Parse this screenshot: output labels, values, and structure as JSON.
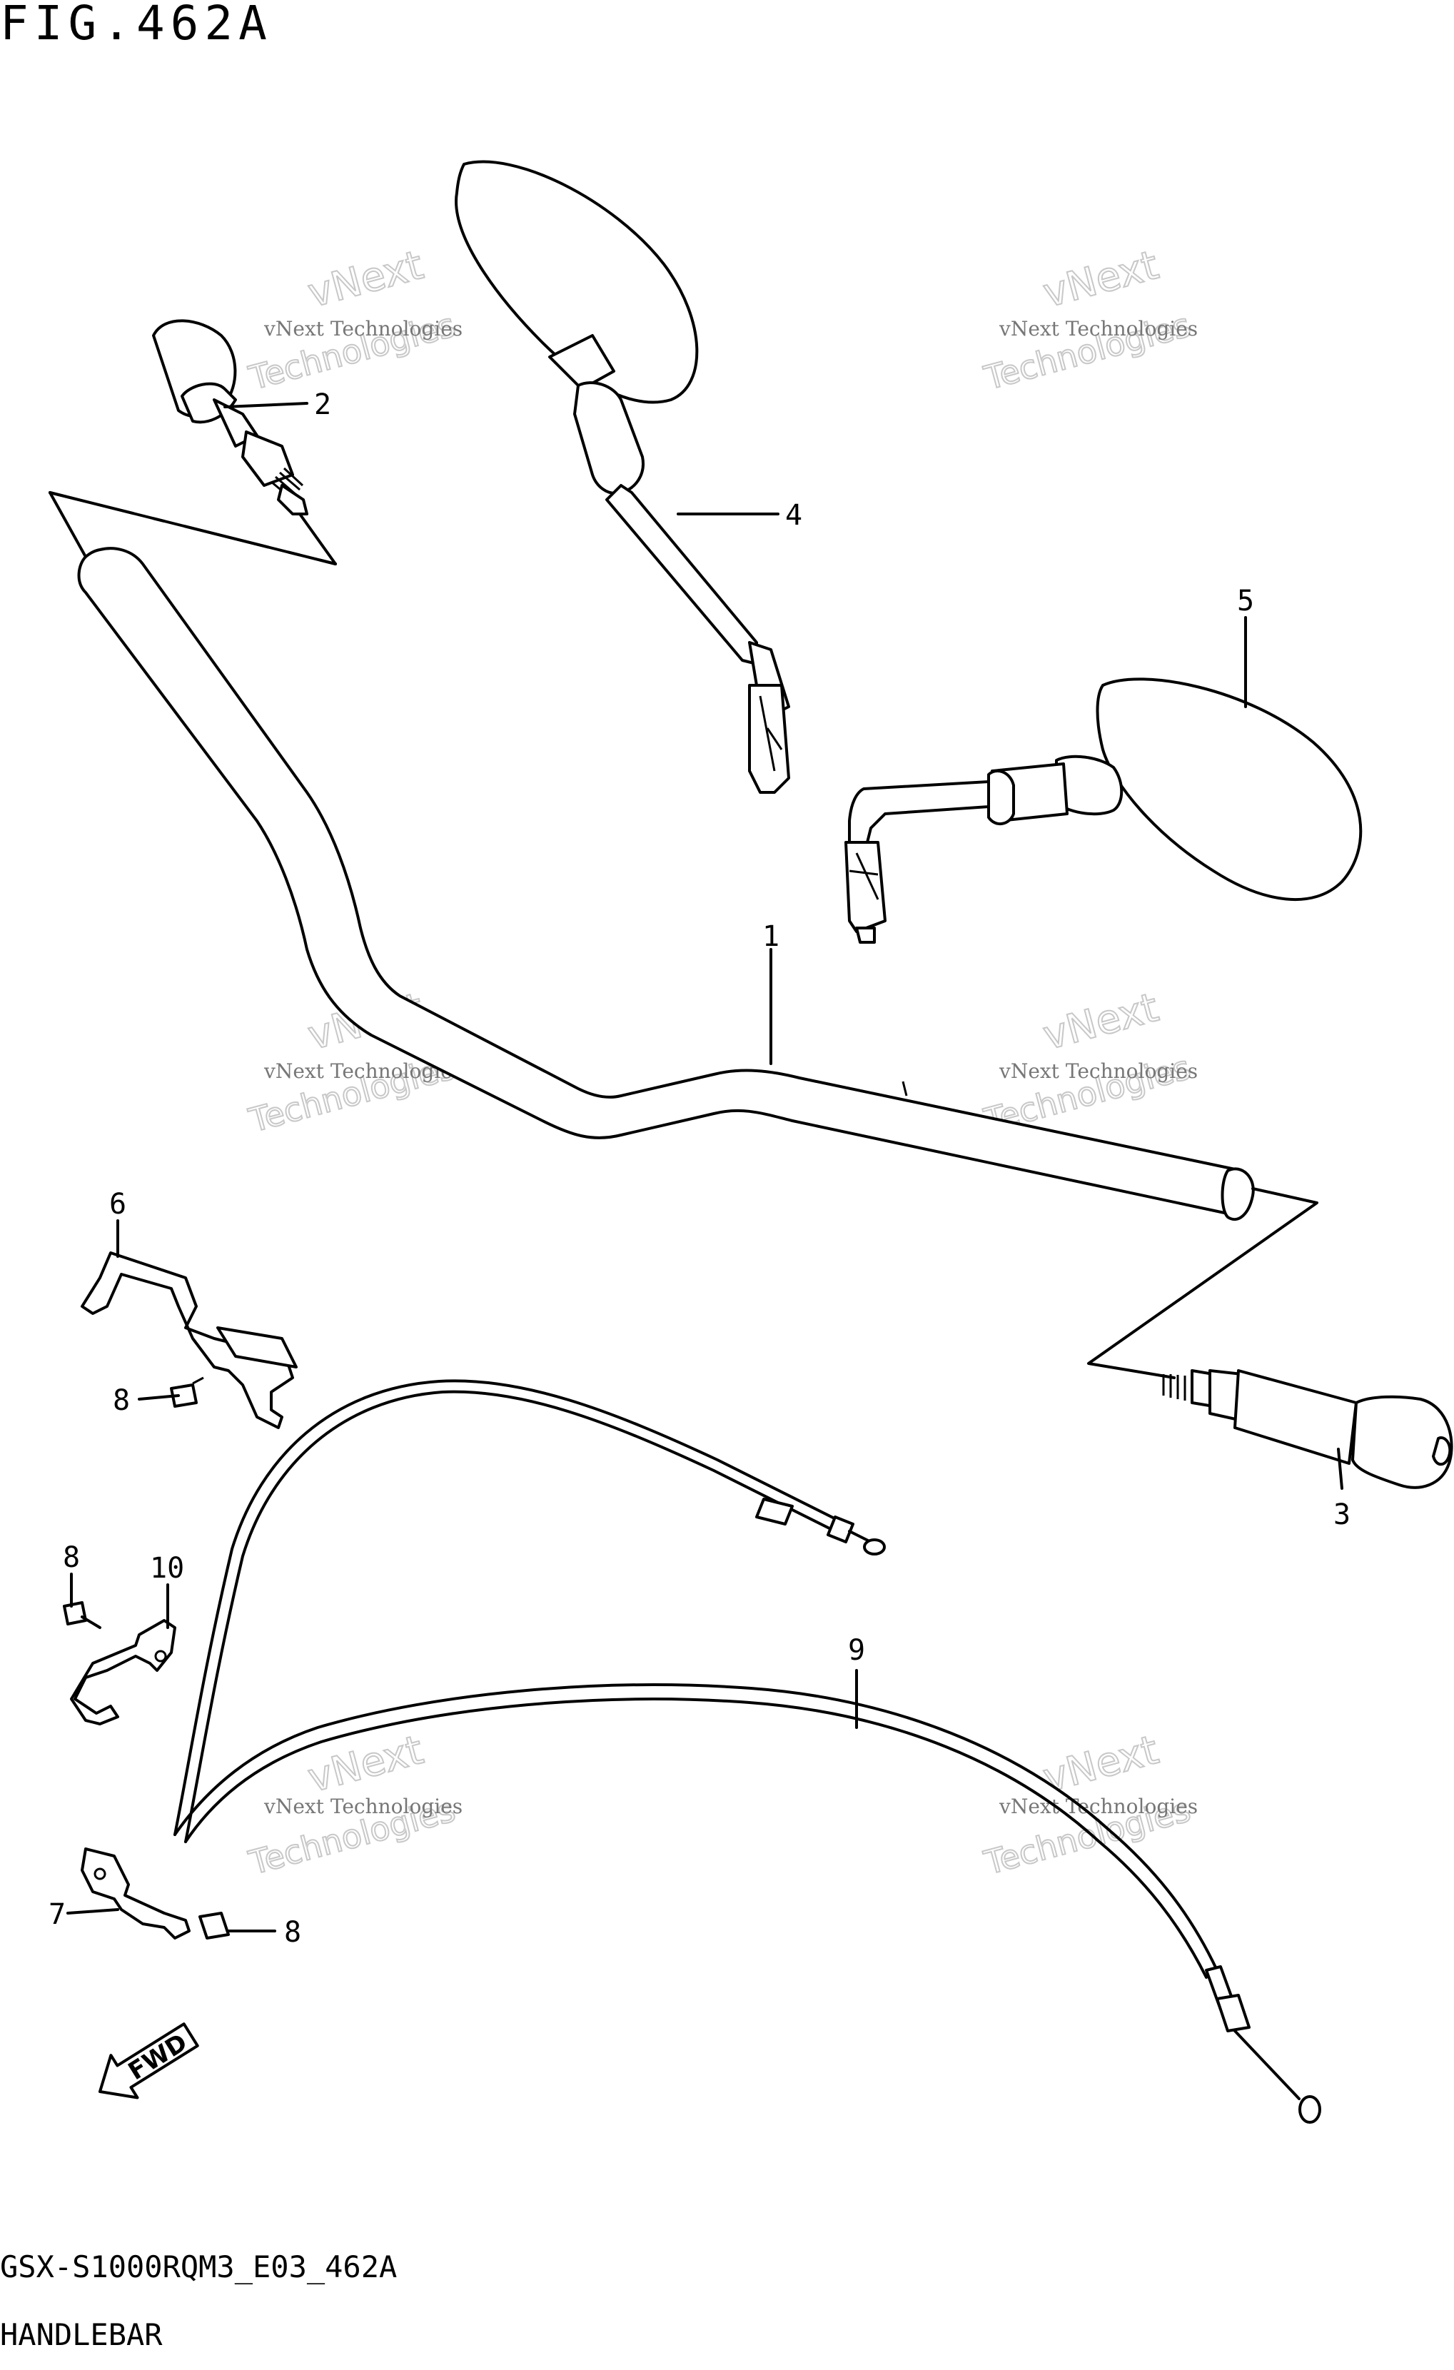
{
  "figure": {
    "title": "FIG.462A",
    "code": "GSX-S1000RQM3_E03_462A",
    "name": "HANDLEBAR"
  },
  "callouts": [
    "1",
    "2",
    "3",
    "4",
    "5",
    "6",
    "7",
    "8",
    "8",
    "8",
    "9",
    "10"
  ],
  "watermark": {
    "line1": "vNext Technologies",
    "line2": "vNext",
    "line3": "Technologies"
  },
  "fwd_label": "FWD"
}
